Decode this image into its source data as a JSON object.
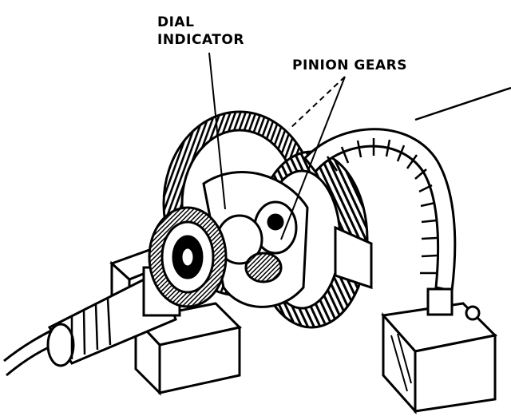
{
  "labels": {
    "dial_line1": "DIAL",
    "dial_line2": "INDICATOR",
    "pinion": "PINION GEARS"
  },
  "colors": {
    "ink": "#000000",
    "paper": "#ffffff"
  }
}
